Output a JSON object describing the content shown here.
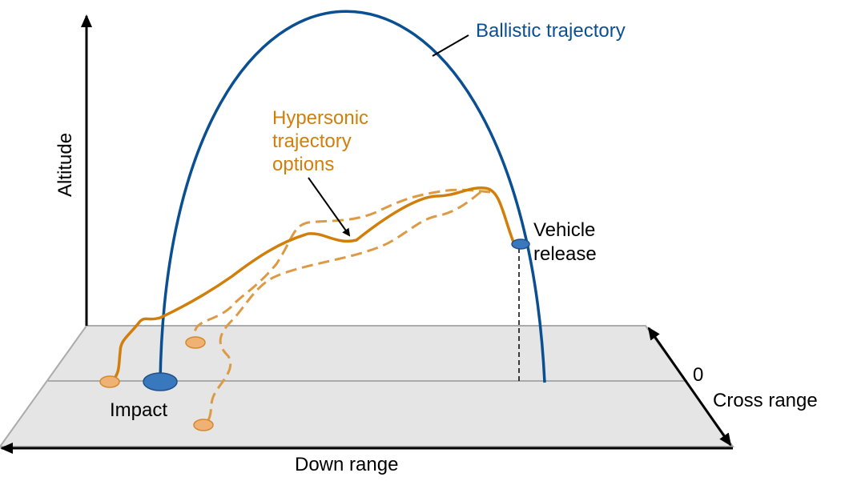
{
  "labels": {
    "ballistic": "Ballistic trajectory",
    "hypersonic_line1": "Hypersonic",
    "hypersonic_line2": "trajectory",
    "hypersonic_line3": "options",
    "vehicle_release_line1": "Vehicle",
    "vehicle_release_line2": "release",
    "altitude": "Altitude",
    "down_range": "Down range",
    "cross_range": "Cross range",
    "cross_range_zero": "0",
    "impact": "Impact"
  },
  "colors": {
    "ballistic": "#0b4f93",
    "hypersonic": "#d17f0a",
    "hypersonic_dashed": "#dd9a45",
    "ground": "#e5e5e5",
    "impact_marker": "#3a78bd",
    "alt_impact_marker": "#f0b274"
  }
}
